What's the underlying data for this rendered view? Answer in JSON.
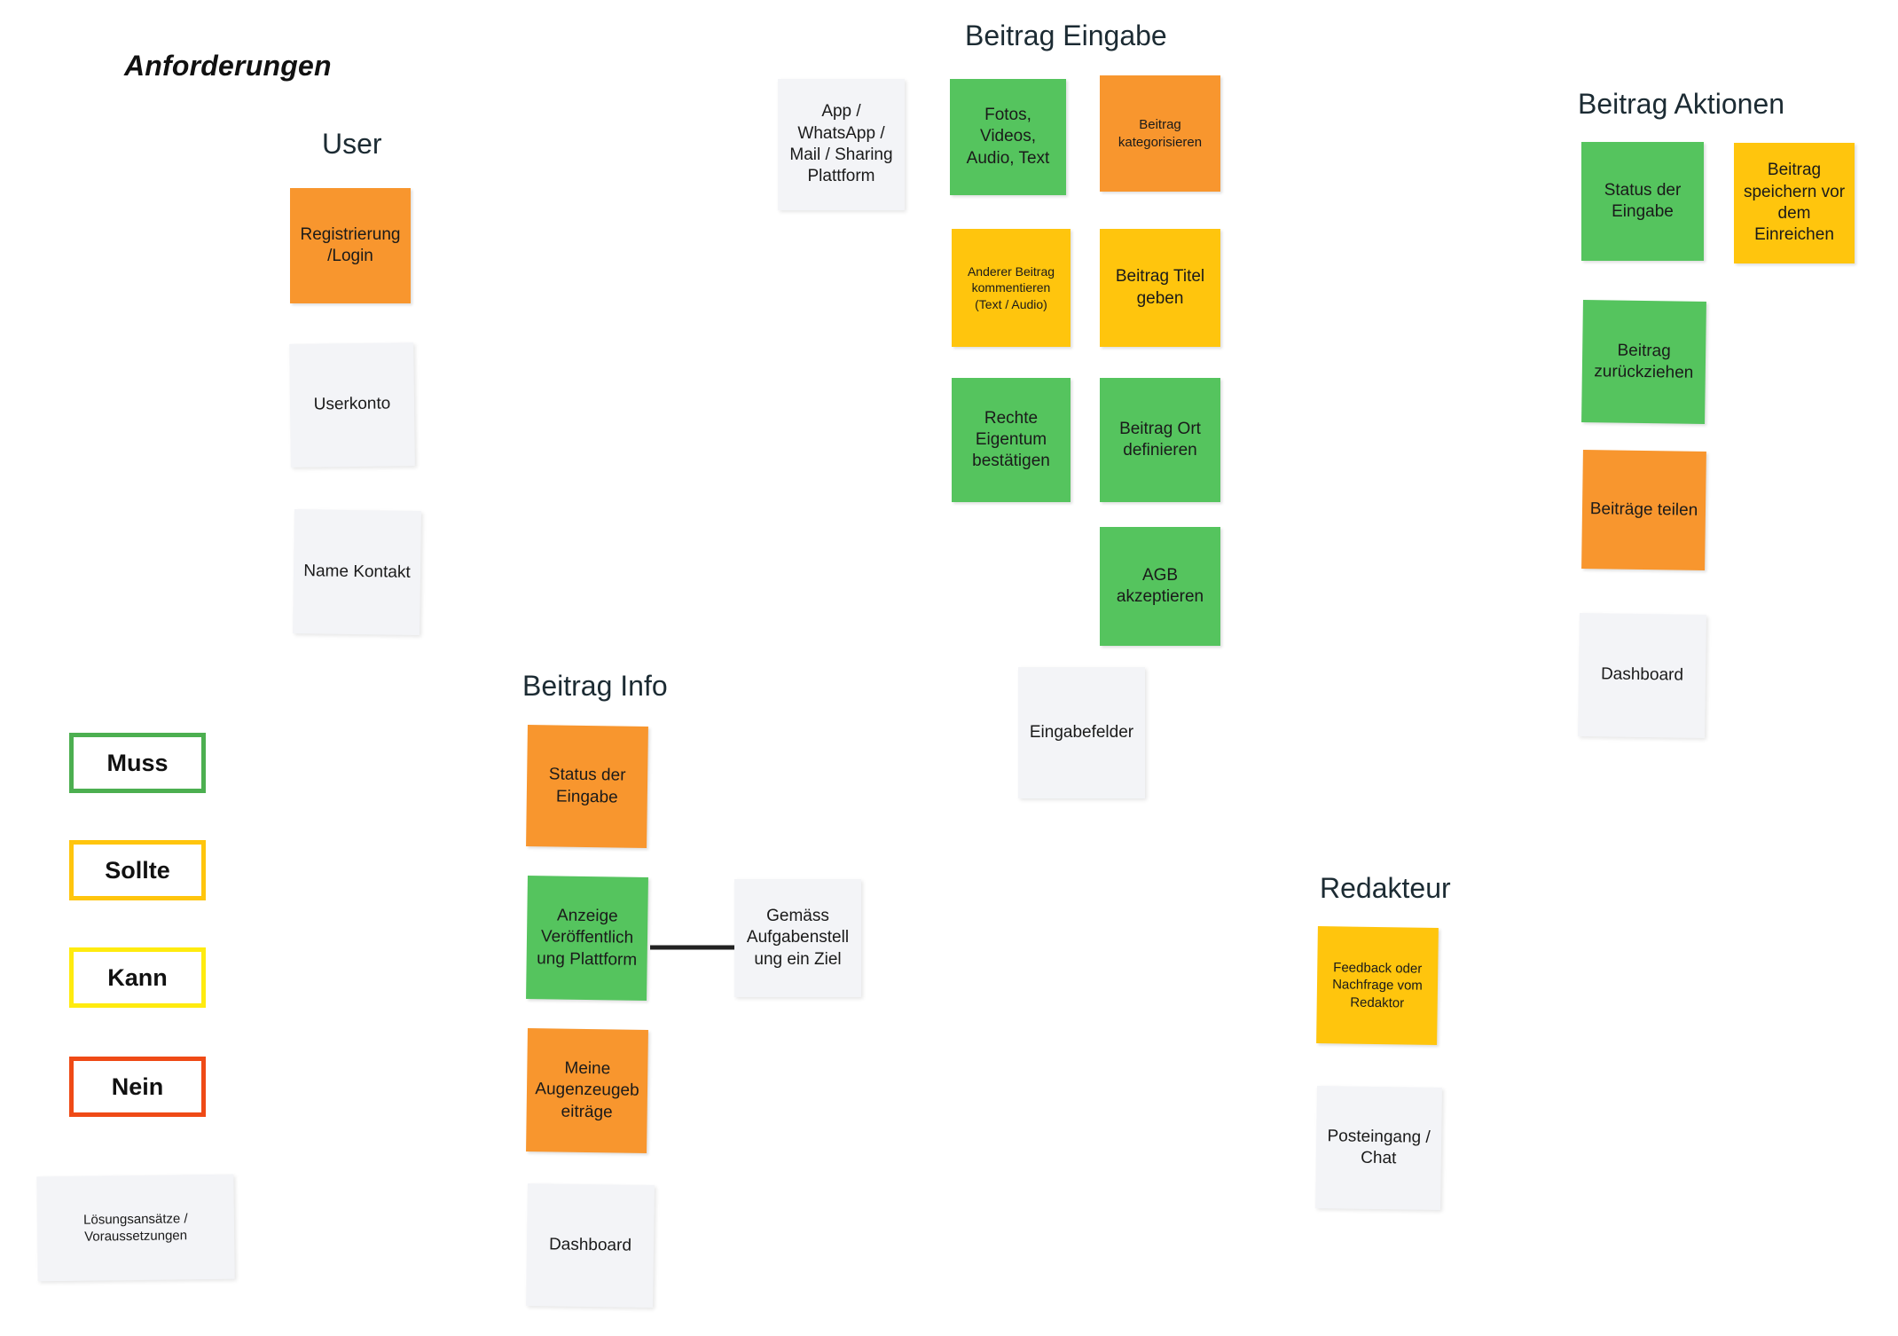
{
  "board": {
    "title": "Anforderungen",
    "colors": {
      "green": "#55c45e",
      "orange": "#f8962e",
      "amber": "#ffc50d",
      "gray": "#f3f4f7",
      "legend_muss_border": "#4caf50",
      "legend_sollte_border": "#ffc50d",
      "legend_kann_border": "#ffeb0f",
      "legend_nein_border": "#ef4a16",
      "arrow": "#222222"
    }
  },
  "sections": {
    "user": {
      "title": "User"
    },
    "beitrag_eingabe": {
      "title": "Beitrag Eingabe"
    },
    "beitrag_aktionen": {
      "title": "Beitrag Aktionen"
    },
    "beitrag_info": {
      "title": "Beitrag Info"
    },
    "redakteur": {
      "title": "Redakteur"
    }
  },
  "legend": {
    "items": [
      {
        "label": "Muss",
        "border_color": "#4caf50"
      },
      {
        "label": "Sollte",
        "border_color": "#ffc50d"
      },
      {
        "label": "Kann",
        "border_color": "#ffeb0f"
      },
      {
        "label": "Nein",
        "border_color": "#ef4a16"
      }
    ],
    "note": "Lösungsansätze / Voraussetzungen"
  },
  "cards": {
    "user": [
      {
        "label": "Registrierung /Login",
        "color": "orange"
      },
      {
        "label": "Userkonto",
        "color": "gray"
      },
      {
        "label": "Name Kontakt",
        "color": "gray"
      }
    ],
    "beitrag_eingabe": [
      {
        "label": "App / WhatsApp / Mail / Sharing Plattform",
        "color": "gray"
      },
      {
        "label": "Fotos, Videos, Audio, Text",
        "color": "green"
      },
      {
        "label": "Beitrag kategorisieren",
        "color": "orange"
      },
      {
        "label": "Anderer Beitrag kommentieren (Text / Audio)",
        "color": "amber"
      },
      {
        "label": "Beitrag Titel geben",
        "color": "amber"
      },
      {
        "label": "Rechte Eigentum bestätigen",
        "color": "green"
      },
      {
        "label": "Beitrag Ort definieren",
        "color": "green"
      },
      {
        "label": "AGB akzeptieren",
        "color": "green"
      },
      {
        "label": "Eingabefelder",
        "color": "gray"
      }
    ],
    "beitrag_aktionen": [
      {
        "label": "Status der Eingabe",
        "color": "green"
      },
      {
        "label": "Beitrag speichern vor dem Einreichen",
        "color": "amber"
      },
      {
        "label": "Beitrag zurückziehen",
        "color": "green"
      },
      {
        "label": "Beiträge teilen",
        "color": "orange"
      },
      {
        "label": "Dashboard",
        "color": "gray"
      }
    ],
    "beitrag_info": [
      {
        "label": "Status der Eingabe",
        "color": "orange"
      },
      {
        "label": "Anzeige Veröffentlich ung Plattform",
        "color": "green"
      },
      {
        "label": "Gemäss Aufgabenstell ung ein Ziel",
        "color": "gray"
      },
      {
        "label": "Meine Augenzeugeb eiträge",
        "color": "orange"
      },
      {
        "label": "Dashboard",
        "color": "gray"
      }
    ],
    "redakteur": [
      {
        "label": "Feedback oder Nachfrage vom Redaktor",
        "color": "amber"
      },
      {
        "label": "Posteingang / Chat",
        "color": "gray"
      }
    ]
  }
}
